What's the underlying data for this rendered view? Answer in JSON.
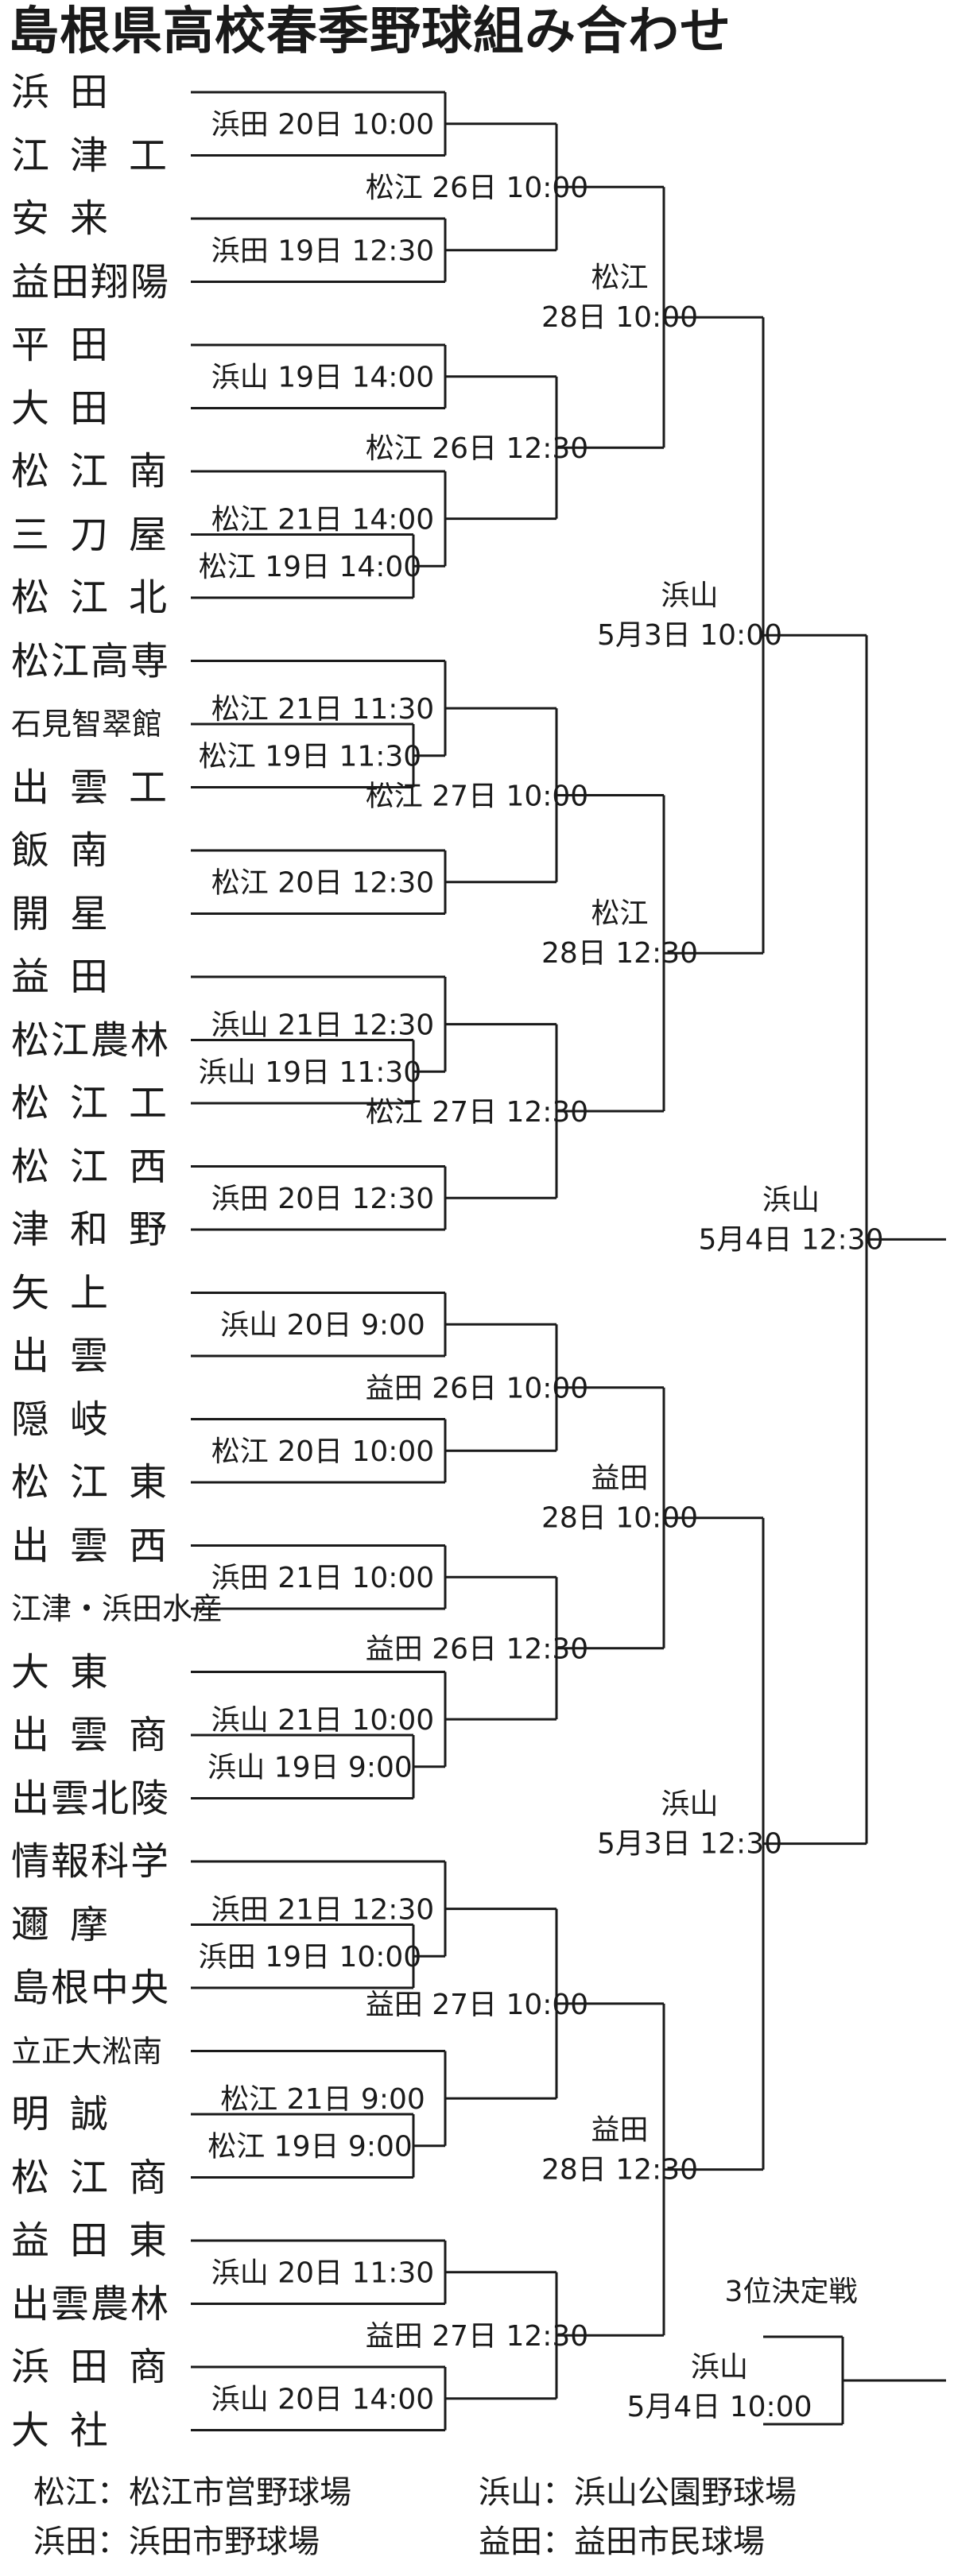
{
  "title": "島根県高校春季野球組み合わせ",
  "teams": [
    "浜田",
    "江津工",
    "安来",
    "益田翔陽",
    "平田",
    "大田",
    "松江南",
    "三刀屋",
    "松江北",
    "松江高専",
    "石見智翠館",
    "出雲工",
    "飯南",
    "開星",
    "益田",
    "松江農林",
    "松江工",
    "松江西",
    "津和野",
    "矢上",
    "出雲",
    "隠岐",
    "松江東",
    "出雲西",
    "江津・浜田水産",
    "大東",
    "出雲商",
    "出雲北陵",
    "情報科学",
    "邇摩",
    "島根中央",
    "立正大淞南",
    "明誠",
    "松江商",
    "益田東",
    "出雲農林",
    "浜田商",
    "大社"
  ],
  "games": {
    "r1": [
      {
        "venue": "松江",
        "date": "19日",
        "time": "14:00"
      },
      {
        "venue": "松江",
        "date": "19日",
        "time": "11:30"
      },
      {
        "venue": "浜山",
        "date": "19日",
        "time": "11:30"
      },
      {
        "venue": "浜山",
        "date": "19日",
        "time": "9:00"
      },
      {
        "venue": "浜田",
        "date": "19日",
        "time": "10:00"
      },
      {
        "venue": "松江",
        "date": "19日",
        "time": "9:00"
      }
    ],
    "r2": [
      {
        "venue": "浜田",
        "date": "20日",
        "time": "10:00"
      },
      {
        "venue": "浜田",
        "date": "19日",
        "time": "12:30"
      },
      {
        "venue": "浜山",
        "date": "19日",
        "time": "14:00"
      },
      {
        "venue": "松江",
        "date": "21日",
        "time": "14:00"
      },
      {
        "venue": "松江",
        "date": "21日",
        "time": "11:30"
      },
      {
        "venue": "松江",
        "date": "20日",
        "time": "12:30"
      },
      {
        "venue": "浜山",
        "date": "21日",
        "time": "12:30"
      },
      {
        "venue": "浜田",
        "date": "20日",
        "time": "12:30"
      },
      {
        "venue": "浜山",
        "date": "20日",
        "time": "9:00"
      },
      {
        "venue": "松江",
        "date": "20日",
        "time": "10:00"
      },
      {
        "venue": "浜田",
        "date": "21日",
        "time": "10:00"
      },
      {
        "venue": "浜山",
        "date": "21日",
        "time": "10:00"
      },
      {
        "venue": "浜田",
        "date": "21日",
        "time": "12:30"
      },
      {
        "venue": "松江",
        "date": "21日",
        "time": "9:00"
      },
      {
        "venue": "浜山",
        "date": "20日",
        "time": "11:30"
      },
      {
        "venue": "浜山",
        "date": "20日",
        "time": "14:00"
      }
    ],
    "r3": [
      {
        "venue": "松江",
        "date": "26日",
        "time": "10:00"
      },
      {
        "venue": "松江",
        "date": "26日",
        "time": "12:30"
      },
      {
        "venue": "松江",
        "date": "27日",
        "time": "10:00"
      },
      {
        "venue": "松江",
        "date": "27日",
        "time": "12:30"
      },
      {
        "venue": "益田",
        "date": "26日",
        "time": "10:00"
      },
      {
        "venue": "益田",
        "date": "26日",
        "time": "12:30"
      },
      {
        "venue": "益田",
        "date": "27日",
        "time": "10:00"
      },
      {
        "venue": "益田",
        "date": "27日",
        "time": "12:30"
      }
    ],
    "r4": [
      {
        "venue": "松江",
        "date": "28日",
        "time": "10:00"
      },
      {
        "venue": "松江",
        "date": "28日",
        "time": "12:30"
      },
      {
        "venue": "益田",
        "date": "28日",
        "time": "10:00"
      },
      {
        "venue": "益田",
        "date": "28日",
        "time": "12:30"
      }
    ],
    "semi": [
      {
        "venue": "浜山",
        "date": "5月3日",
        "time": "10:00"
      },
      {
        "venue": "浜山",
        "date": "5月3日",
        "time": "12:30"
      }
    ],
    "final": {
      "venue": "浜山",
      "date": "5月4日",
      "time": "12:30"
    },
    "third_place": {
      "label": "3位決定戦",
      "venue": "浜山",
      "date": "5月4日",
      "time": "10:00"
    }
  },
  "legend": [
    [
      {
        "abbr": "松江",
        "sep": "：",
        "name": "松江市営野球場"
      },
      {
        "abbr": "浜山",
        "sep": "：",
        "name": "浜山公園野球場"
      }
    ],
    [
      {
        "abbr": "浜田",
        "sep": "：",
        "name": "浜田市野球場"
      },
      {
        "abbr": "益田",
        "sep": "：",
        "name": "益田市民球場"
      }
    ]
  ]
}
